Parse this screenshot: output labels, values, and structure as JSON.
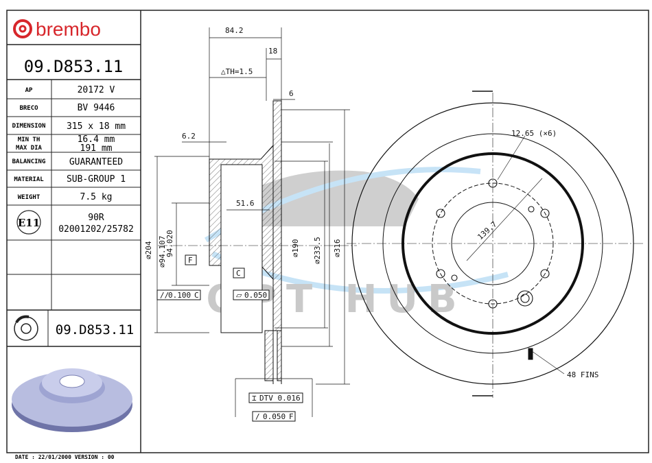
{
  "brand": {
    "name": "brembo",
    "color": "#d7262b"
  },
  "part_number": "09.D853.11",
  "specs": [
    {
      "label": "AP",
      "value": "20172 V"
    },
    {
      "label": "BRECO",
      "value": "BV 9446"
    },
    {
      "label": "DIMENSION",
      "value": "315 x 18 mm"
    },
    {
      "label": "MIN TH",
      "label2": "MAX DIA",
      "value": "16.4 mm",
      "value2": "191 mm"
    },
    {
      "label": "BALANCING",
      "value": "GUARANTEED"
    },
    {
      "label": "MATERIAL",
      "value": "SUB-GROUP 1"
    },
    {
      "label": "WEIGHT",
      "value": "7.5 kg"
    }
  ],
  "approval": {
    "mark": "E11",
    "line1": "90R",
    "line2": "02001202/25782"
  },
  "part_number_bottom": "09.D853.11",
  "dimensions": {
    "overall_height": "84.2",
    "thickness": "18",
    "th_tolerance": "△TH=1.5",
    "flange": "6",
    "hat_wall": "6.2",
    "hat_depth": "51.6",
    "d204": "⌀204",
    "d_center_max": "⌀94.107",
    "d_center_min": "94.020",
    "d190": "⌀190",
    "d233": "⌀233.5",
    "d316": "⌀316",
    "datum_f": "F",
    "datum_c": "C",
    "parallel_tol": "0.100",
    "parallel_ref": "C",
    "flat_tol": "0.050",
    "dtv": "DTV 0.016",
    "runout_tol": "0.050",
    "runout_ref": "F",
    "holes": "12.65 (×6)",
    "pcd": "139.7",
    "fins": "48 FINS"
  },
  "watermark": "OPT HUB",
  "footer": "DATE : 22/01/2000 VERSION : 00"
}
